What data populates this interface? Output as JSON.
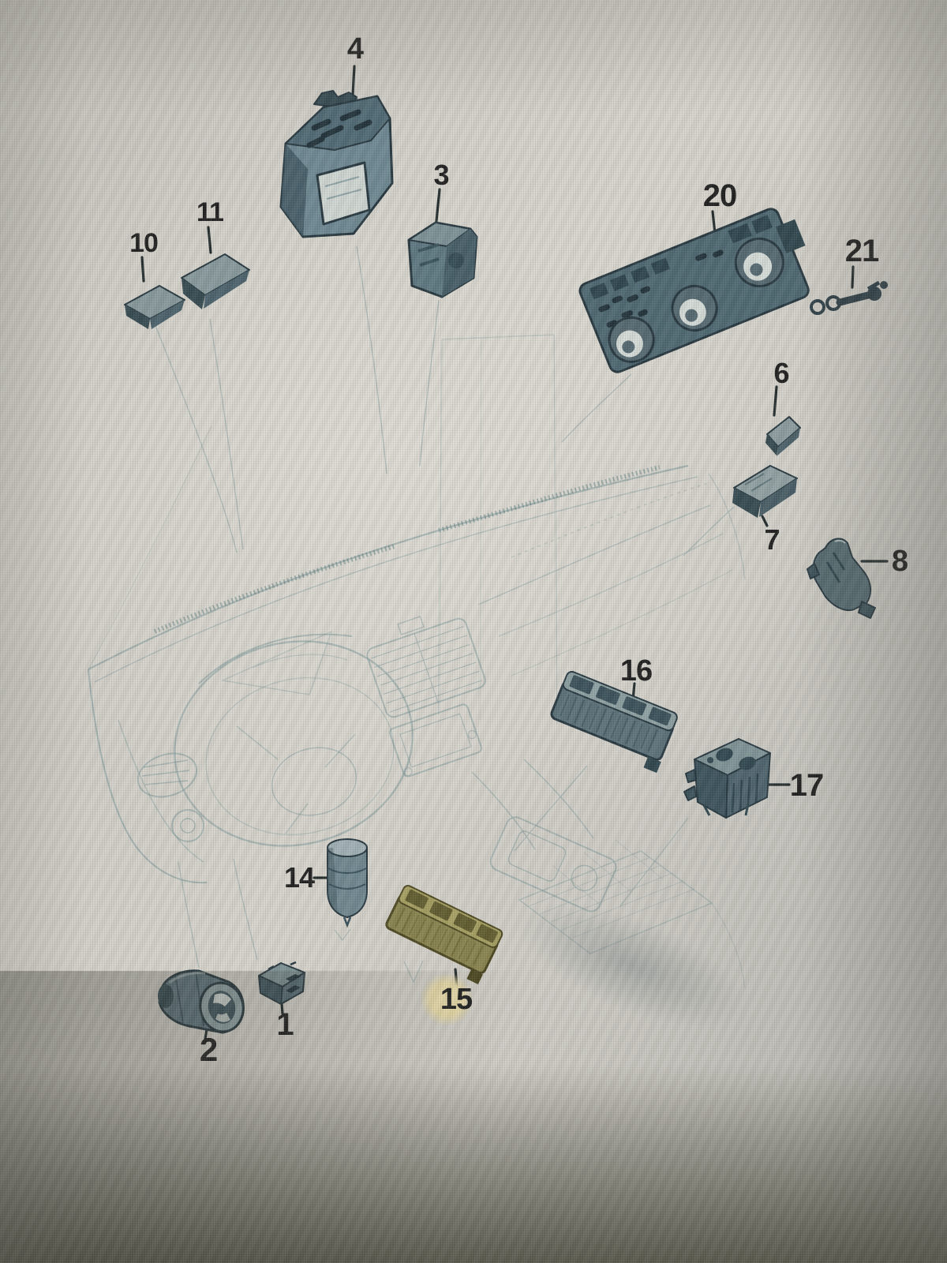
{
  "page": {
    "kind": "automotive-parts-exploded-diagram",
    "description": "Photo of a screen showing an exploded parts diagram of dashboard switches; callout 15 is highlighted"
  },
  "diagram": {
    "selected_callout": "15",
    "callouts": [
      {
        "label": "4",
        "name": "display-module"
      },
      {
        "label": "10",
        "name": "sensor-cover-small"
      },
      {
        "label": "11",
        "name": "sensor-cover-large"
      },
      {
        "label": "3",
        "name": "small-switch"
      },
      {
        "label": "20",
        "name": "climate-control-panel"
      },
      {
        "label": "21",
        "name": "bulb-with-harness"
      },
      {
        "label": "6",
        "name": "blanking-plate"
      },
      {
        "label": "7",
        "name": "flat-module"
      },
      {
        "label": "8",
        "name": "bracket-sensor"
      },
      {
        "label": "16",
        "name": "switch-bank"
      },
      {
        "label": "17",
        "name": "switch-block"
      },
      {
        "label": "14",
        "name": "lighter-knob"
      },
      {
        "label": "15",
        "name": "highlighted-switch-bank",
        "highlighted": true
      },
      {
        "label": "1",
        "name": "small-box-switch"
      },
      {
        "label": "2",
        "name": "barrel-switch"
      }
    ]
  },
  "colors": {
    "part_ink": "#24353d",
    "part_fill": "#55707a",
    "faint_drawing": "#7a9598",
    "label_text": "#1c1c1c",
    "highlight_part": "#87824c",
    "highlight_circle": "#e8dcab",
    "screen_light": "#d6d4cc",
    "screen_dark_bottom": "#50503f"
  }
}
